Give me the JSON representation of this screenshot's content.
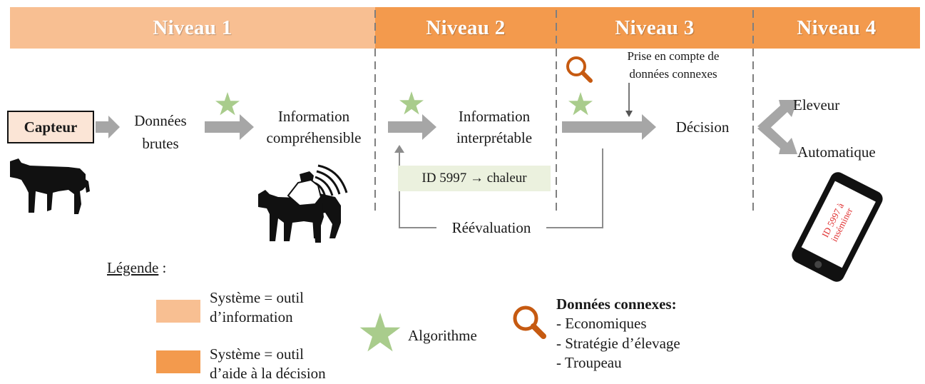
{
  "colors": {
    "level1": "#f8bf92",
    "level234": "#f39a4d",
    "arrow": "#a6a6a6",
    "star": "#a9cc8c",
    "magnifier": "#c65a11",
    "capteur_fill": "#fbe5d6",
    "chaleur_fill": "#ebf1de",
    "phone_text": "#e03030"
  },
  "levels": [
    "Niveau 1",
    "Niveau 2",
    "Niveau 3",
    "Niveau 4"
  ],
  "flow": {
    "capteur": "Capteur",
    "donnees_brutes": [
      "Données",
      "brutes"
    ],
    "info_comprehensible": [
      "Information",
      "compréhensible"
    ],
    "info_interpretable": [
      "Information",
      "interprétable"
    ],
    "decision": "Décision",
    "connexes_note": [
      "Prise en compte de",
      "données connexes"
    ],
    "id_chaleur": "ID 5997 → chaleur",
    "reevaluation": "Réévaluation",
    "eleveur": "Eleveur",
    "automatique": "Automatique",
    "phone_message": [
      "ID 5997 à",
      "inséminer"
    ]
  },
  "icons": {
    "star": "star-icon",
    "magnifier": "magnifier-icon",
    "cow": "cow-icon",
    "mounting_cows": "mounting-cows-icon",
    "phone": "smartphone-icon"
  },
  "legend": {
    "title": "Légende",
    "title_suffix": " :",
    "info_tool": [
      "Système = outil",
      "d’information"
    ],
    "decision_tool": [
      "Système = outil",
      "d’aide à la décision"
    ],
    "algorithm": "Algorithme",
    "connexes_title": "Données connexes:",
    "connexes_items": [
      "- Economiques",
      "- Stratégie d’élevage",
      "- Troupeau"
    ]
  }
}
